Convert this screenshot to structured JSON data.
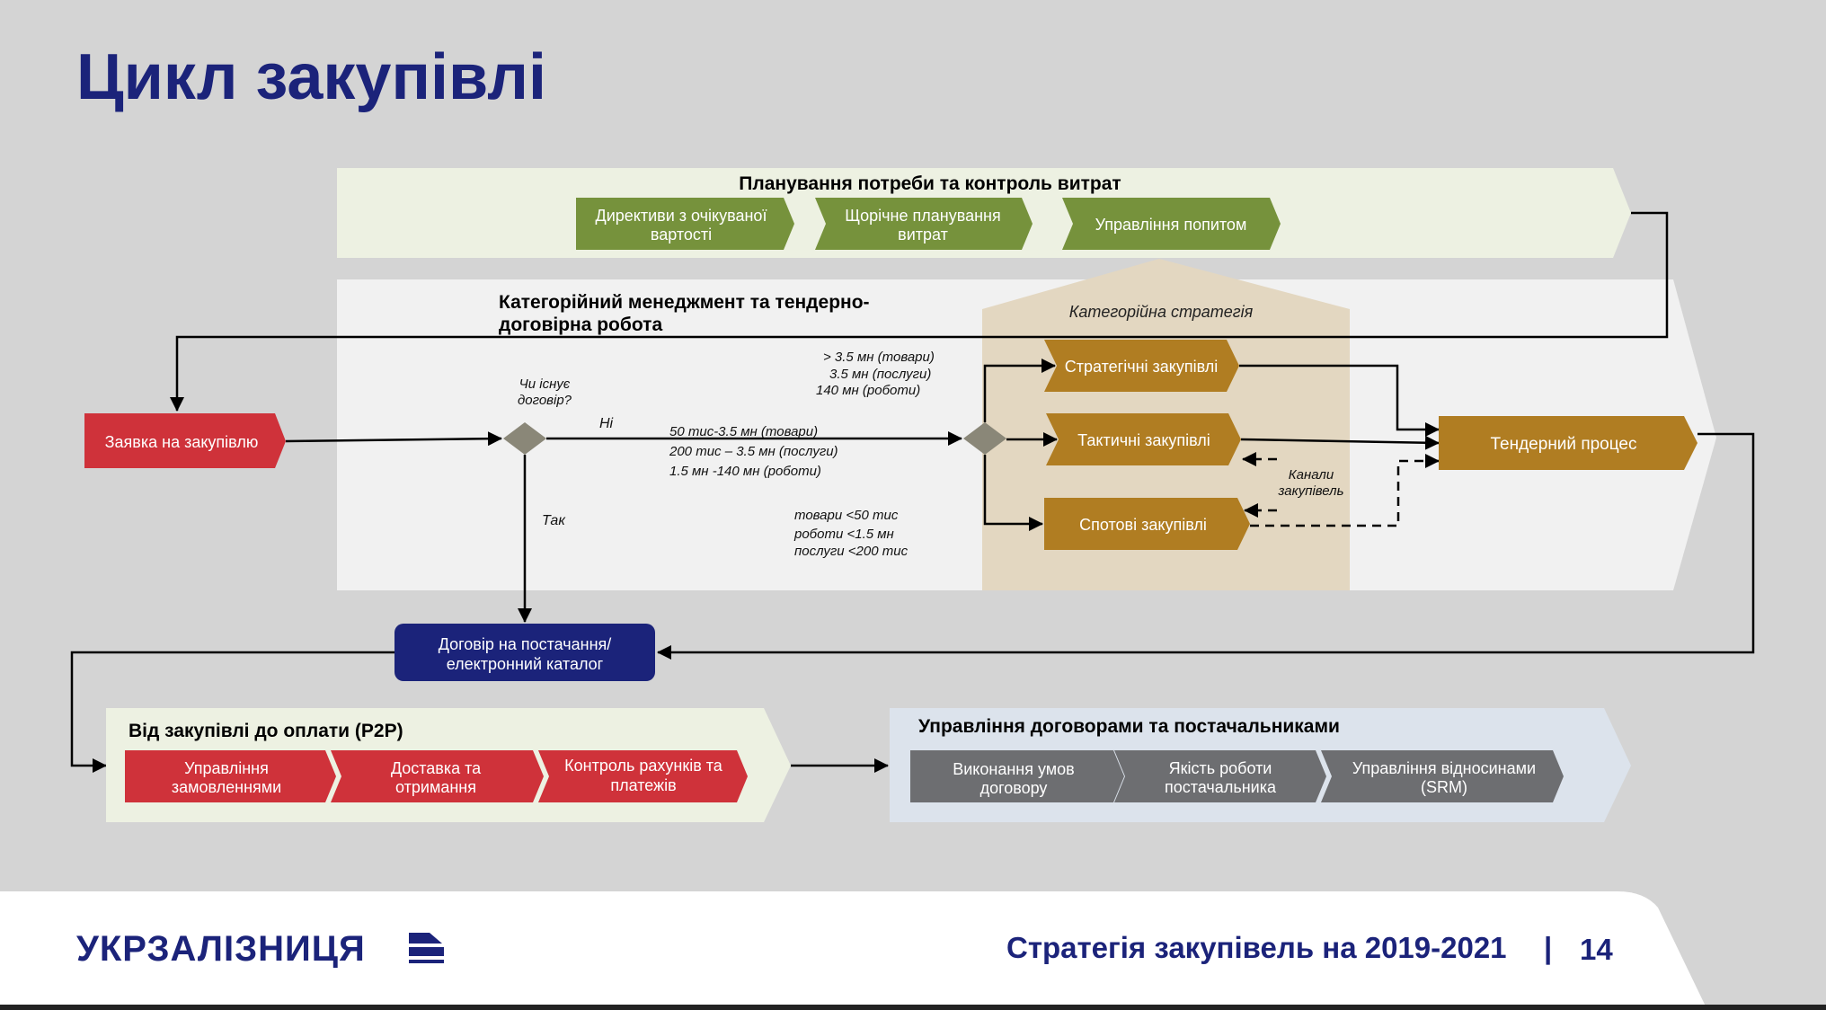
{
  "slide": {
    "title": "Цикл закупівлі",
    "footer_subtitle": "Стратегія закупівель на 2019-2021",
    "separator": "|",
    "page_number": "14",
    "logo": "УКРЗАЛІЗНИЦЯ"
  },
  "planning": {
    "header": "Планування потреби та контроль витрат",
    "steps": [
      {
        "lines": [
          "Директиви з очікуваної",
          "вартості"
        ]
      },
      {
        "lines": [
          "Щорічне планування",
          "витрат"
        ]
      },
      {
        "lines": [
          "Управління попитом"
        ]
      }
    ]
  },
  "category": {
    "header_lines": [
      "Категорійний менеджмент та тендерно-",
      "договірна робота"
    ],
    "strategy_label": "Категорійна стратегія",
    "request": "Заявка на закупівлю",
    "question_lines": [
      "Чи існує",
      "договір?"
    ],
    "no_label": "Ні",
    "yes_label": "Так",
    "thresholds_high": [
      "> 3.5 мн (товари)",
      "3.5 мн (послуги)",
      "140 мн (роботи)"
    ],
    "thresholds_mid": [
      "50 тис-3.5 мн (товари)",
      "200 тис – 3.5 мн (послуги)",
      "1.5 мн -140 мн (роботи)"
    ],
    "thresholds_low": [
      "товари <50 тис",
      "роботи <1.5 мн",
      "послуги <200 тис"
    ],
    "strategic": "Стратегічні закупівлі",
    "tactical": "Тактичні закупівлі",
    "spot": "Спотові закупівлі",
    "tender": "Тендерний процес",
    "channels_lines": [
      "Канали",
      "закупівель"
    ],
    "contract_lines": [
      "Договір на постачання/",
      "електронний каталог"
    ]
  },
  "p2p": {
    "header": "Від закупівлі до оплати (P2P)",
    "steps": [
      {
        "lines": [
          "Управління",
          "замовленнями"
        ]
      },
      {
        "lines": [
          "Доставка та",
          "отримання"
        ]
      },
      {
        "lines": [
          "Контроль рахунків та",
          "платежів"
        ]
      }
    ]
  },
  "srm": {
    "header": "Управління договорами та постачальниками",
    "steps": [
      {
        "lines": [
          "Виконання умов",
          "договору"
        ]
      },
      {
        "lines": [
          "Якість роботи",
          "постачальника"
        ]
      },
      {
        "lines": [
          "Управління відносинами",
          "(SRM)"
        ]
      }
    ]
  },
  "colors": {
    "navy": "#1b237a",
    "green": "#76923c",
    "red": "#cf323a",
    "gold": "#b07d22",
    "gray_step": "#6d6e71",
    "diamond": "#8a8778"
  }
}
